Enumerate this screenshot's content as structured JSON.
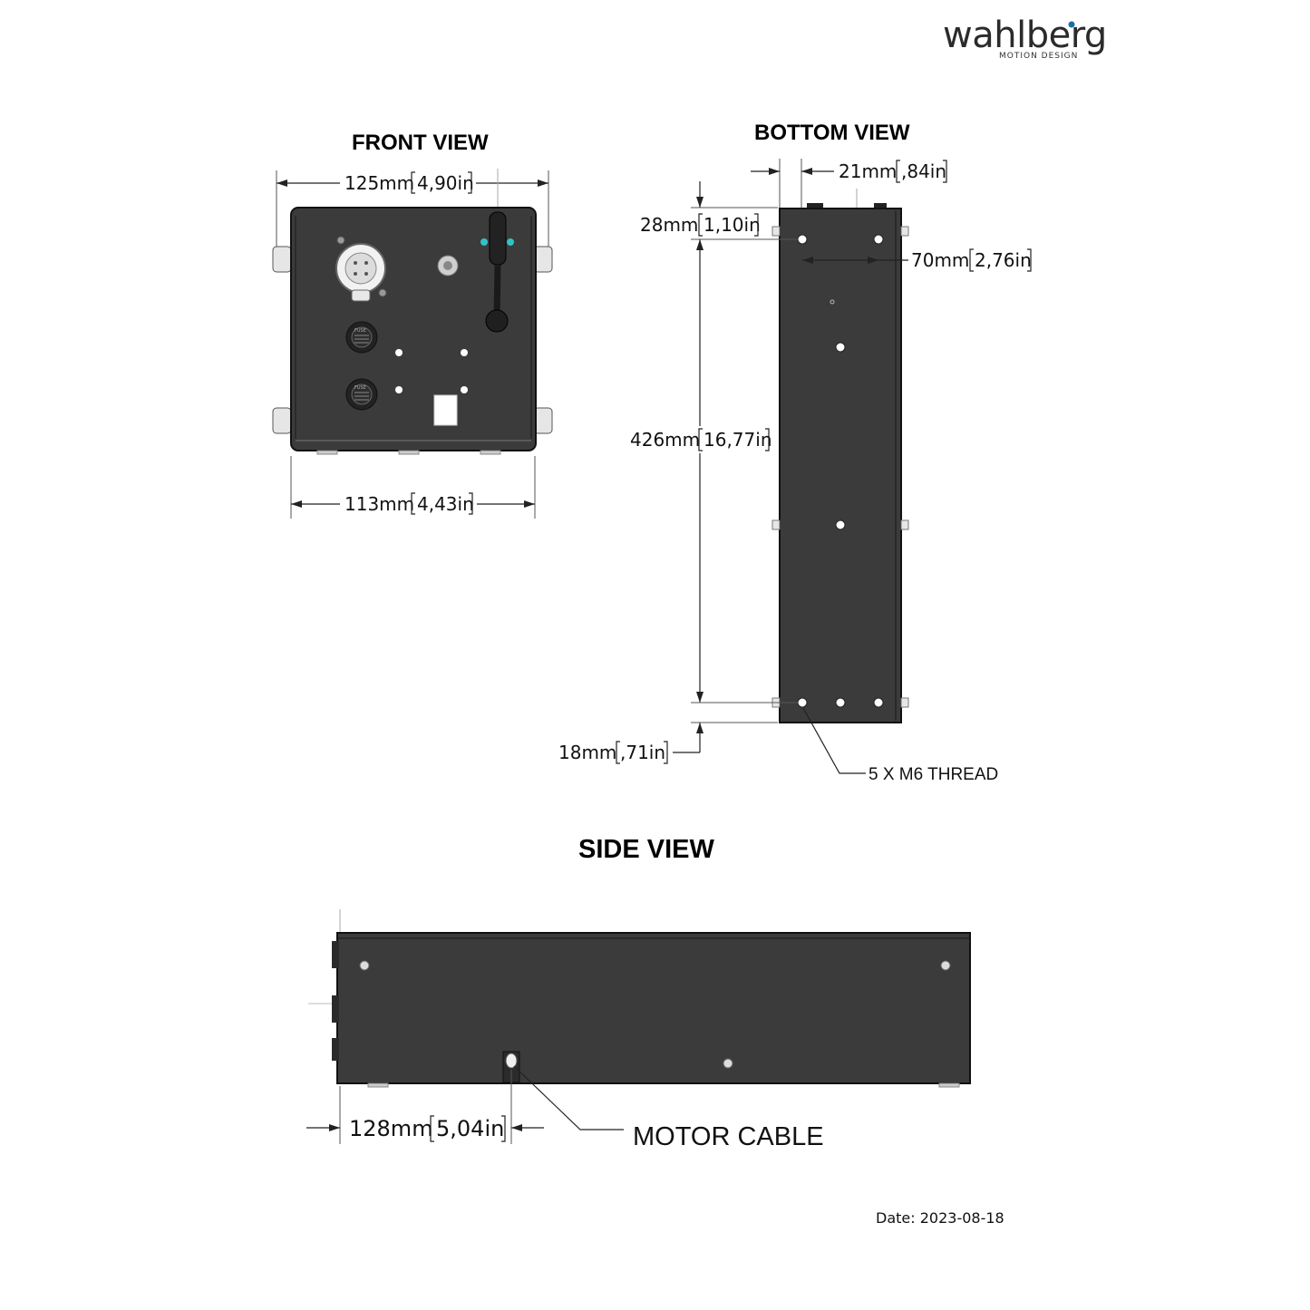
{
  "brand": {
    "name": "wahlberg",
    "tagline": "MOTION DESIGN",
    "accent_color": "#1a6fa8"
  },
  "date_label": "Date: 2023-08-18",
  "front_view": {
    "title": "FRONT VIEW",
    "dims": {
      "width_top": {
        "mm": "125mm",
        "inch": "4,90in"
      },
      "width_bottom": {
        "mm": "113mm",
        "inch": "4,43in"
      }
    },
    "panel_labels": {
      "fuse": "FUSE"
    }
  },
  "bottom_view": {
    "title": "BOTTOM VIEW",
    "dims": {
      "edge_offset": {
        "mm": "21mm",
        "inch": ",84in"
      },
      "top_offset": {
        "mm": "28mm",
        "inch": "1,10in"
      },
      "hole_spacing": {
        "mm": "70mm",
        "inch": "2,76in"
      },
      "hole_pitch": {
        "mm": "426mm",
        "inch": "16,77in"
      },
      "bottom_offset": {
        "mm": "18mm",
        "inch": ",71in"
      }
    },
    "callout": "5 X M6 THREAD"
  },
  "side_view": {
    "title": "SIDE VIEW",
    "dims": {
      "cable_position": {
        "mm": "128mm",
        "inch": "5,04in"
      }
    },
    "callout": "MOTOR CABLE"
  },
  "colors": {
    "body": "#3b3b3b",
    "edge": "#111111",
    "led": "#2fc3c8"
  }
}
